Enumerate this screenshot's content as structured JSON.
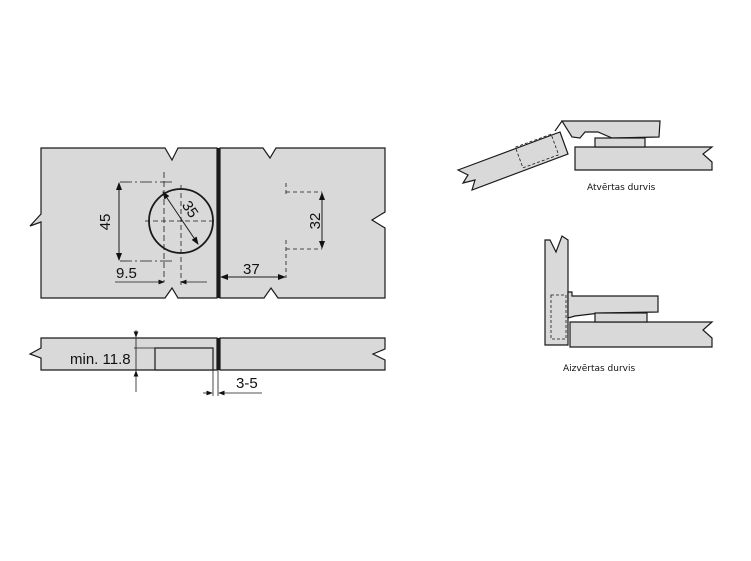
{
  "colors": {
    "panel": "#d9d9d9",
    "line": "#1a1a1a",
    "background": "#ffffff"
  },
  "top_view": {
    "dim_height": "45",
    "dim_diameter": "35",
    "dim_edge": "9.5",
    "dim_plate_offset": "37",
    "dim_plate_spacing": "32"
  },
  "side_view": {
    "dim_min_thickness": "min. 11.8",
    "dim_gap": "3-5"
  },
  "open_view": {
    "caption": "Atvērtas durvis"
  },
  "closed_view": {
    "caption": "Aizvērtas durvis"
  }
}
